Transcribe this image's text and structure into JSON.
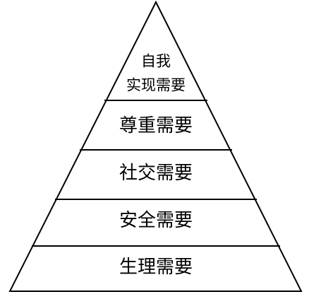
{
  "pyramid": {
    "tiers": [
      {
        "lines": [
          "自我",
          "实现需要"
        ]
      },
      {
        "lines": [
          "尊重需要"
        ]
      },
      {
        "lines": [
          "社交需要"
        ]
      },
      {
        "lines": [
          "安全需要"
        ]
      },
      {
        "lines": [
          "生理需要"
        ]
      }
    ]
  },
  "colors": {
    "stroke": "#000000",
    "background": "#ffffff"
  }
}
